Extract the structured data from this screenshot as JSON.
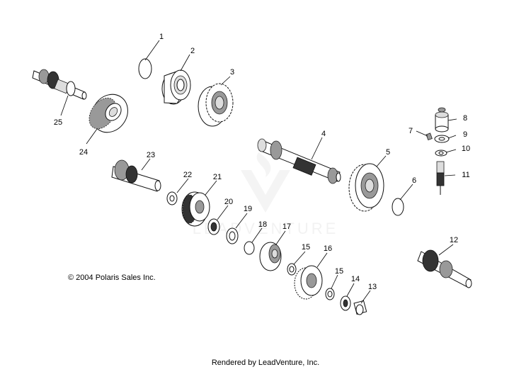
{
  "diagram": {
    "copyright": "© 2004 Polaris Sales Inc.",
    "footer": "Rendered by LeadVenture, Inc.",
    "watermark": "LEADVENTURE",
    "callouts": [
      "1",
      "2",
      "3",
      "4",
      "5",
      "6",
      "7",
      "8",
      "9",
      "10",
      "11",
      "12",
      "13",
      "14",
      "15",
      "15",
      "16",
      "17",
      "18",
      "19",
      "20",
      "21",
      "22",
      "23",
      "24",
      "25"
    ]
  }
}
